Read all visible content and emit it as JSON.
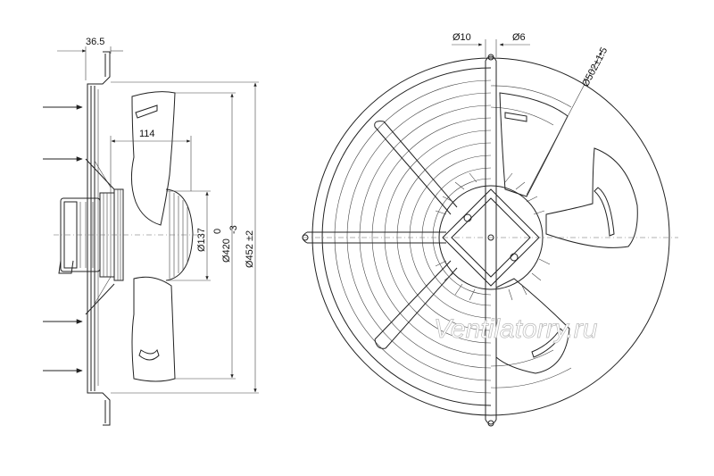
{
  "side_view": {
    "dim_depth": "36.5",
    "dim_114": "114",
    "dim_137": "Ø137",
    "dim_420": "Ø420",
    "dim_420_tol_upper": "0",
    "dim_420_tol_lower": "-3",
    "dim_452": "Ø452 ±2"
  },
  "front_view": {
    "dim_slot": "Ø10",
    "dim_hole": "Ø6",
    "dim_502": "Ø502±1.5",
    "watermark": "Ventilatorry.ru"
  }
}
